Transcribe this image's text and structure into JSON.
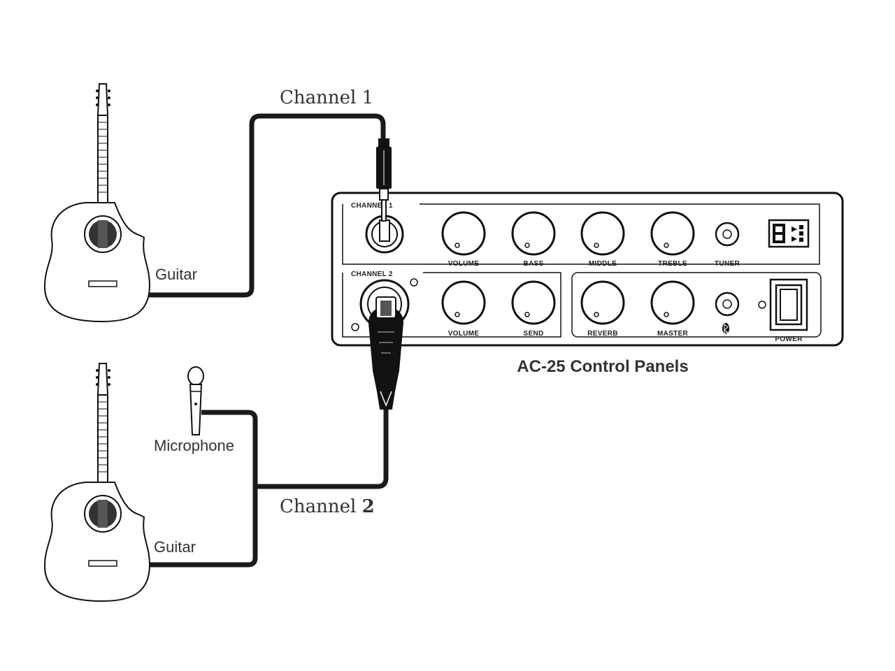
{
  "labels": {
    "channel1_cable": "Channel 1",
    "channel2_cable_prefix": "Channel ",
    "channel2_cable_number": "2",
    "guitar_top": "Guitar",
    "guitar_bottom": "Guitar",
    "microphone": "Microphone",
    "panel_caption": "AC-25 Control Panels"
  },
  "panel": {
    "channel1_group": "CHANNEL 1",
    "channel2_group": "CHANNEL 2",
    "row1_knobs": [
      "VOLUME",
      "BASS",
      "MIDDLE",
      "TREBLE"
    ],
    "row2_ch2_knobs": [
      "VOLUME",
      "SEND"
    ],
    "row2_master_knobs": [
      "REVERB",
      "MASTER"
    ],
    "tuner": "TUNER",
    "power": "POWER"
  },
  "colors": {
    "line": "#111111",
    "cable": "#1a1a1a",
    "text": "#333333"
  }
}
